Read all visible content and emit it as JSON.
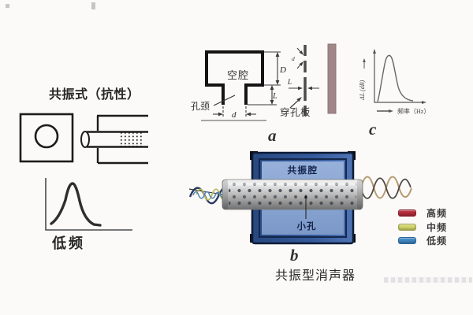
{
  "page": {
    "background": "#fcfaf9"
  },
  "left_panel": {
    "title": "共振式（抗性）",
    "curve_label": "低频"
  },
  "diagram_a": {
    "letter": "a",
    "cavity_label": "空腔",
    "neck_label": "孔颈",
    "plate_label": "穿孔板",
    "dim_cavity_depth": "D",
    "dim_neck_length": "L",
    "dim_neck_diameter": "d",
    "dim_plate_thickness": "L",
    "dim_hole_diameter": "d"
  },
  "diagram_c": {
    "letter": "c",
    "ylabel": "ΔL (dB)",
    "xlabel": "频率（Hz）"
  },
  "diagram_b": {
    "letter": "b",
    "chamber_label": "共振腔",
    "holes_label": "小孔"
  },
  "legend": {
    "items": [
      {
        "label": "高频",
        "color": "#b52c3c"
      },
      {
        "label": "中频",
        "color": "#d2d66a"
      },
      {
        "label": "低频",
        "color": "#3f87c4"
      }
    ]
  },
  "caption": "共振型消声器",
  "colors": {
    "box_frame": "#2f5394",
    "box_panel": "#8aa6d3",
    "cylinder_metal": "#c9c9c9",
    "perforated_bar": "#a18688",
    "wave_in_dark": "#2a3a5e",
    "wave_in_yellow": "#b9bd5e",
    "wave_in_blue": "#4d82b4",
    "wave_out_tan": "#b59a6e",
    "wave_out_dark": "#4a4a42"
  }
}
